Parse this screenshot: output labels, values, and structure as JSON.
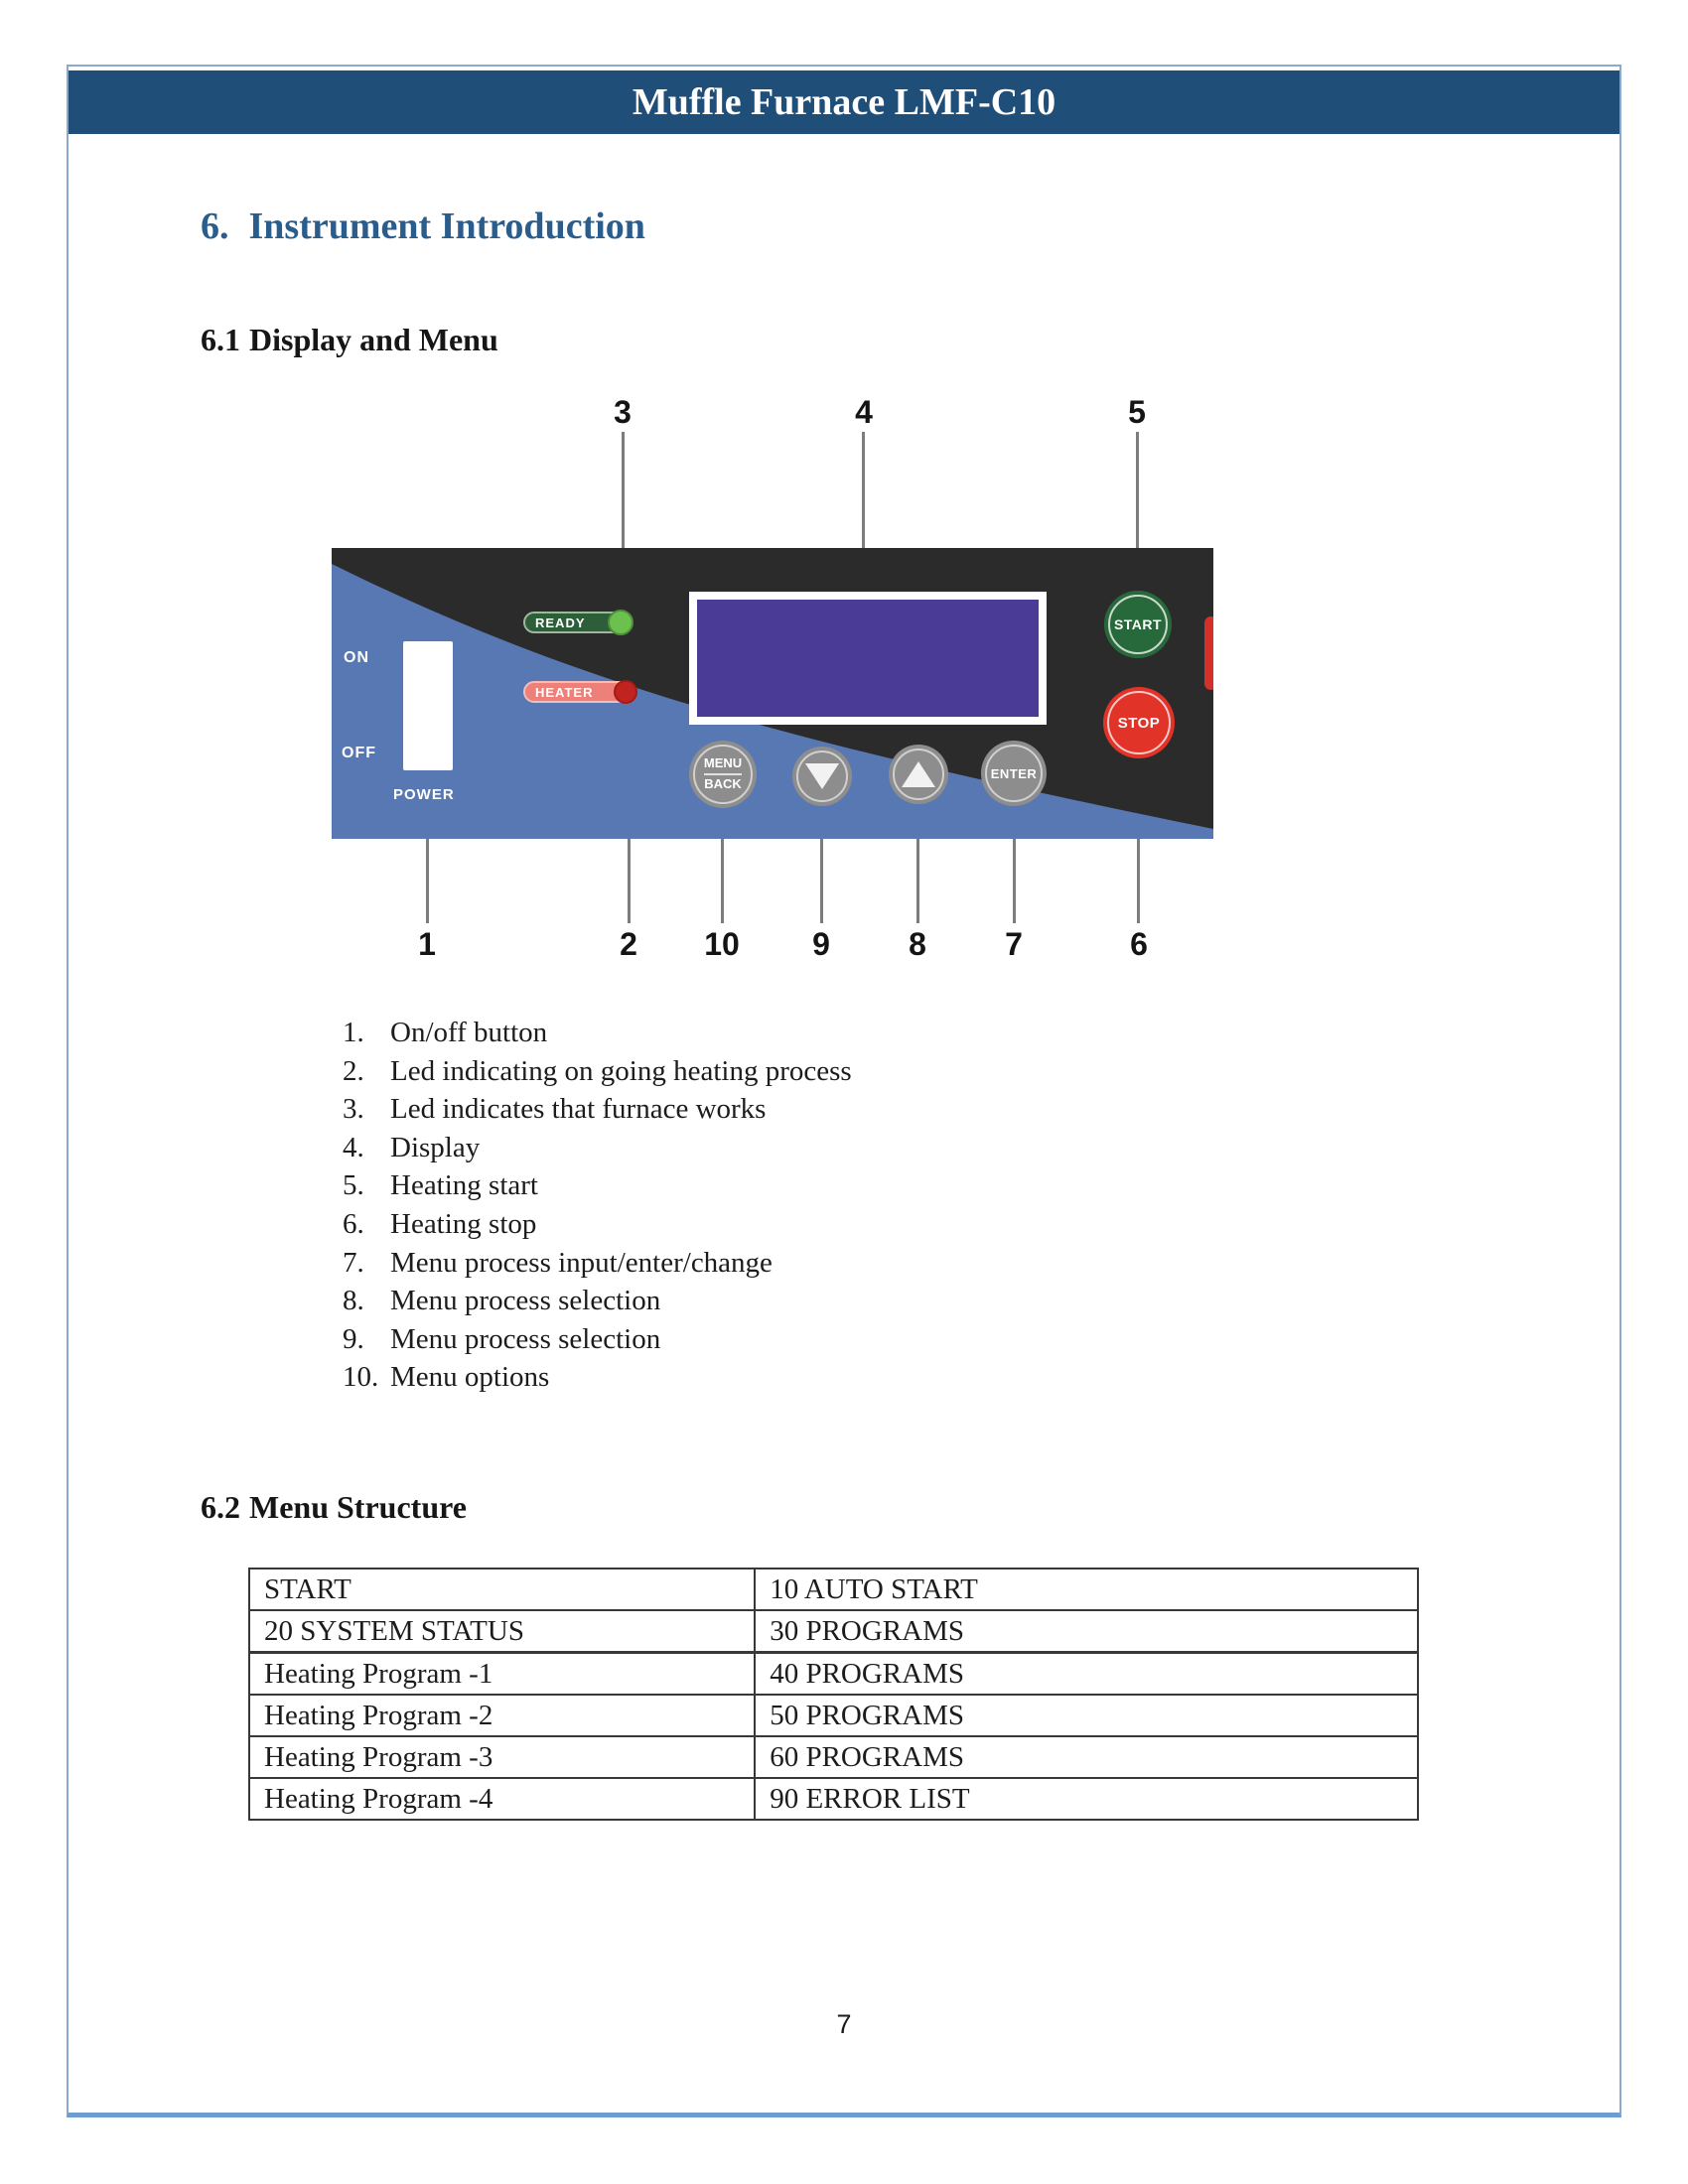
{
  "page": {
    "title": "Muffle Furnace LMF-C10",
    "page_number": "7"
  },
  "sections": {
    "intro": {
      "number": "6.",
      "title": "Instrument Introduction"
    },
    "display_menu": {
      "number": "6.1",
      "title": "Display and Menu"
    },
    "menu_structure": {
      "number": "6.2",
      "title": "Menu Structure"
    }
  },
  "panel": {
    "power": {
      "on": "ON",
      "off": "OFF",
      "label": "POWER"
    },
    "leds": {
      "ready": "READY",
      "heater": "HEATER"
    },
    "buttons": {
      "start": "START",
      "stop": "STOP",
      "menu": "MENU",
      "back": "BACK",
      "enter": "ENTER"
    },
    "callouts": {
      "top": [
        "3",
        "4",
        "5"
      ],
      "bottom": [
        "1",
        "2",
        "10",
        "9",
        "8",
        "7",
        "6"
      ]
    }
  },
  "legend": {
    "items": [
      {
        "num": "1.",
        "text": "On/off button"
      },
      {
        "num": "2.",
        "text": "Led indicating on going heating process"
      },
      {
        "num": "3.",
        "text": "Led indicates that furnace works"
      },
      {
        "num": "4.",
        "text": "Display"
      },
      {
        "num": "5.",
        "text": "Heating start"
      },
      {
        "num": "6.",
        "text": "Heating stop"
      },
      {
        "num": "7.",
        "text": "Menu process input/enter/change"
      },
      {
        "num": "8.",
        "text": "Menu process selection"
      },
      {
        "num": "9.",
        "text": "Menu process selection"
      },
      {
        "num": "10.",
        "text": "Menu options"
      }
    ]
  },
  "table": {
    "rows": [
      [
        "START",
        "10 AUTO START"
      ],
      [
        "20 SYSTEM STATUS",
        "30 PROGRAMS"
      ],
      [
        "Heating Program -1",
        "40 PROGRAMS"
      ],
      [
        "Heating Program -2",
        "50 PROGRAMS"
      ],
      [
        "Heating Program -3",
        "60 PROGRAMS"
      ],
      [
        "Heating Program -4",
        "90 ERROR LIST"
      ]
    ]
  },
  "colors": {
    "frame-border": "#8aa9cf",
    "header-bg": "#1f4e79",
    "header-text": "#ffffff",
    "heading-blue": "#2a5d8c",
    "text": "#1c1c1c",
    "panel-dark": "#2c2b2b",
    "panel-blue": "#5878b4",
    "display-purple": "#4a3c96",
    "green-btn": "#27693a",
    "green-led": "#6cc14e",
    "red-btn": "#e23329",
    "pink-led-body": "#ee807a",
    "red-led": "#c12420",
    "gray-btn": "#8d8d8d",
    "callout": "#7d7d7d"
  }
}
